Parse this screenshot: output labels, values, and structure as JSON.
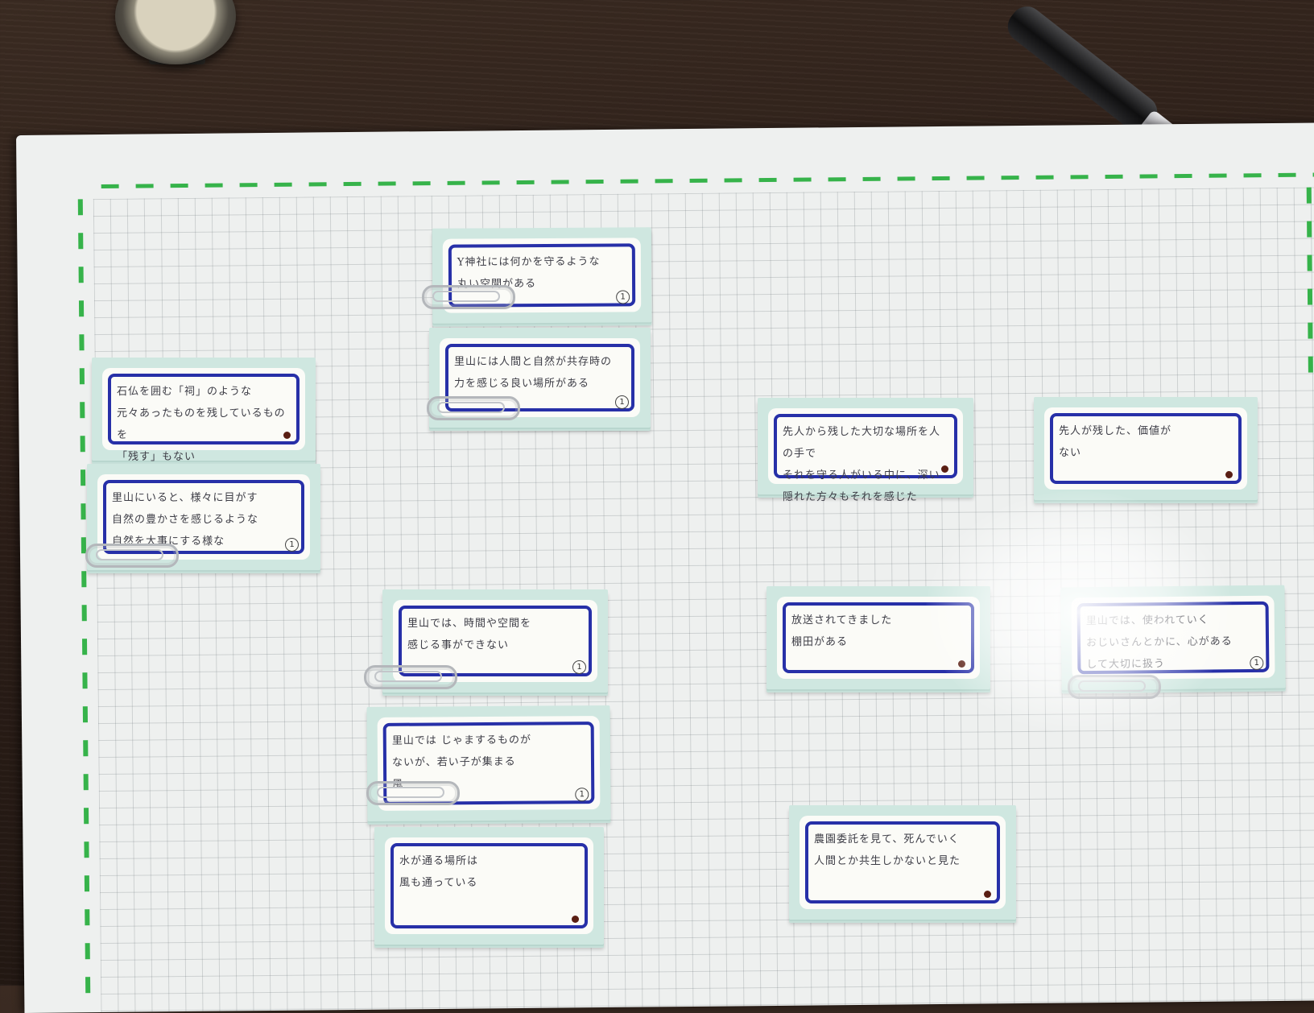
{
  "scene": {
    "objects": [
      "wrist-watch",
      "ballpoint-pen",
      "white-grid-board",
      "green-arrow-border",
      "paper-clips"
    ],
    "colors": {
      "desk": "#2a1d17",
      "board": "#eef0ef",
      "grid_line": "#8a9296",
      "arrow": "#36b34a",
      "card_backing": "#cfe7e0",
      "card_frame": "#2730a8",
      "label": "#fbfbf7"
    }
  },
  "cards": [
    {
      "text": "Y神社には何かを守るような\n丸い空間がある",
      "marker": "1"
    },
    {
      "text": "里山には人間と自然が共存時の\n力を感じる良い場所がある",
      "marker": "1"
    },
    {
      "text": "石仏を囲む「祠」のような\n元々あったものを残しているものを\n「残す」もない",
      "marker": ""
    },
    {
      "text": "里山にいると、様々に目がす\n自然の豊かさを感じるような\n自然を大事にする様な",
      "marker": "1"
    },
    {
      "text": "先人から残した大切な場所を人の手で\nそれを守る人がいる中に、深い\n隠れた方々もそれを感じた",
      "marker": ""
    },
    {
      "text": "先人が残した、価値が\nない",
      "marker": ""
    },
    {
      "text": "里山では、時間や空間を\n感じる事ができない",
      "marker": "1"
    },
    {
      "text": "放送されてきました\n棚田がある",
      "marker": ""
    },
    {
      "text": "里山では、使われていく\nおじいさんとかに、心がある\nして大切に扱う",
      "marker": "1"
    },
    {
      "text": "里山では じゃまするものが\nないが、若い子が集まる\n風",
      "marker": "1"
    },
    {
      "text": "水が通る場所は\n風も通っている",
      "marker": ""
    },
    {
      "text": "農園委託を見て、死んでいく\n人間とか共生しかないと見た",
      "marker": ""
    }
  ]
}
